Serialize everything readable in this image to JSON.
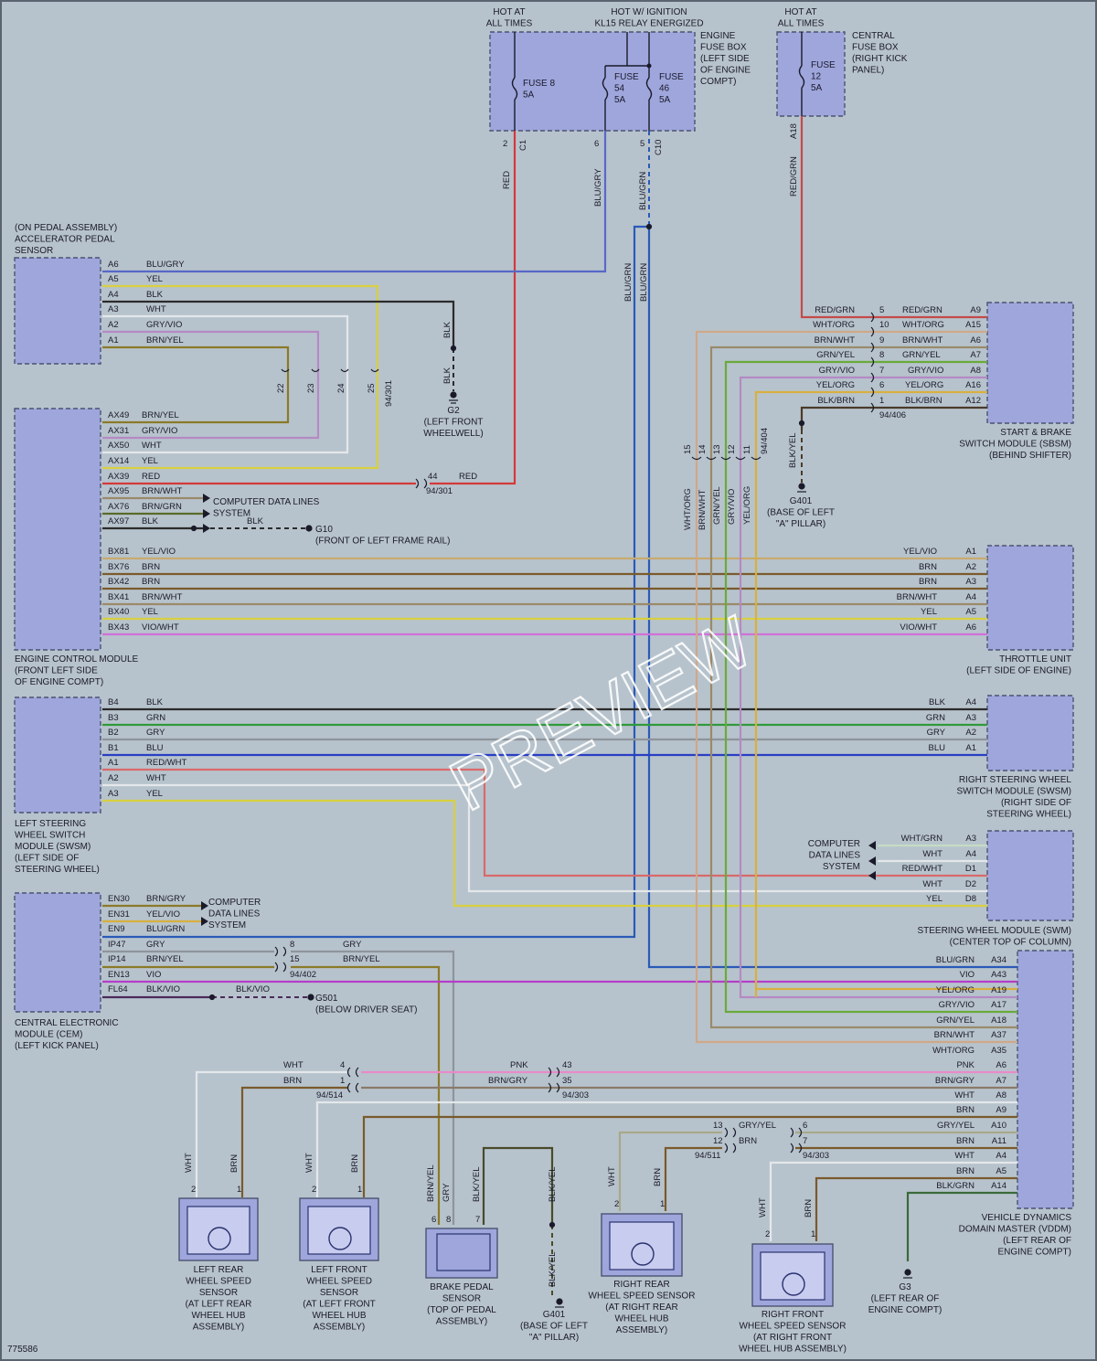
{
  "document_id": "775586",
  "watermark": "PREVIEW",
  "colors": {
    "background": "#b7c3cc",
    "module": "#9ea6dc",
    "RED": "#d23a3a",
    "BLU": "#2a3fc4",
    "BLU/GRY": "#5868c8",
    "BLU/GRN": "#2a5ab8",
    "YEL": "#d8d040",
    "BLK": "#2b2b2b",
    "WHT": "#e4e7ea",
    "GRY": "#8e949a",
    "GRN": "#2f9a3a",
    "VIO": "#b43ec8",
    "BRN": "#7a5a2c",
    "PNK": "#e88ac8",
    "BRN/YEL": "#8b7a28",
    "GRY/VIO": "#b48ac4",
    "YEL/VIO": "#c8aa70",
    "BRN/WHT": "#9a8a6a",
    "VIO/WHT": "#d070d8",
    "RED/WHT": "#d86a6a",
    "RED/GRN": "#c44a4a",
    "WHT/ORG": "#cfa888",
    "GRN/YEL": "#6aaa3a",
    "YEL/ORG": "#d8b040",
    "BLK/BRN": "#4a3a2a",
    "BRN/GRY": "#8a7a6a",
    "BLK/VIO": "#4a2a5a",
    "BLK/YEL": "#4a4a2a",
    "BLK/GRN": "#3a6a3a",
    "WHT/GRN": "#c4dcc4",
    "BRN/GRN": "#5a6a2a",
    "GRY/YEL": "#a8a88a"
  },
  "power": {
    "hot_at_all_times": "HOT AT\nALL TIMES",
    "hot_ign": "HOT W/ IGNITION\nKL15 RELAY ENERGIZED",
    "hot_at_all_times_2": "HOT AT\nALL TIMES",
    "engine_fuse_box": "ENGINE\nFUSE BOX\n(LEFT SIDE\nOF ENGINE\nCOMPT)",
    "central_fuse_box": "CENTRAL\nFUSE BOX\n(RIGHT KICK\nPANEL)",
    "fuse8": "FUSE 8\n5A",
    "fuse54": "FUSE\n54\n5A",
    "fuse46": "FUSE\n46\n5A",
    "fuse12": "FUSE\n12\n5A"
  },
  "modules": {
    "aps": "(ON PEDAL ASSEMBLY)\nACCELERATOR PEDAL\nSENSOR",
    "ecm": "ENGINE CONTROL MODULE\n(FRONT LEFT SIDE\nOF ENGINE COMPT)",
    "lswsm": "LEFT STEERING\nWHEEL SWITCH\nMODULE (SWSM)\n(LEFT SIDE OF\nSTEERING WHEEL)",
    "cem": "CENTRAL ELECTRONIC\nMODULE (CEM)\n(LEFT KICK PANEL)",
    "sbsm": "START & BRAKE\nSWITCH MODULE (SBSM)\n(BEHIND SHIFTER)",
    "throttle": "THROTTLE UNIT\n(LEFT SIDE OF ENGINE)",
    "rswsm": "RIGHT STEERING WHEEL\nSWITCH MODULE (SWSM)\n(RIGHT SIDE OF\nSTEERING WHEEL)",
    "swm": "STEERING WHEEL MODULE (SWM)\n(CENTER TOP OF COLUMN)",
    "vddm": "VEHICLE DYNAMICS\nDOMAIN MASTER (VDDM)\n(LEFT REAR OF\nENGINE COMPT)",
    "lr_wss": "LEFT REAR\nWHEEL SPEED\nSENSOR\n(AT LEFT REAR\nWHEEL HUB\nASSEMBLY)",
    "lf_wss": "LEFT FRONT\nWHEEL SPEED\nSENSOR\n(AT LEFT FRONT\nWHEEL HUB\nASSEMBLY)",
    "bps": "BRAKE PEDAL\nSENSOR\n(TOP OF PEDAL\nASSEMBLY)",
    "rr_wss": "RIGHT REAR\nWHEEL SPEED SENSOR\n(AT RIGHT REAR\nWHEEL HUB\nASSEMBLY)",
    "rf_wss": "RIGHT FRONT\nWHEEL SPEED SENSOR\n(AT RIGHT FRONT\nWHEEL HUB ASSEMBLY)"
  },
  "grounds": {
    "g2": "G2\n(LEFT FRONT\nWHEELWELL)",
    "g10": "G10\n(FRONT OF LEFT FRAME RAIL)",
    "g401": "G401\n(BASE OF LEFT\n\"A\" PILLAR)",
    "g501": "G501\n(BELOW DRIVER SEAT)",
    "g401b": "G401\n(BASE OF LEFT\n\"A\" PILLAR)",
    "g3": "G3\n(LEFT REAR OF\nENGINE COMPT)"
  },
  "labels": {
    "computer_data_lines": "COMPUTER DATA LINES\nSYSTEM",
    "computer_data_lines_cem": "COMPUTER\nDATA LINES\nSYSTEM",
    "computer_data_lines_swm": "COMPUTER\nDATA LINES\nSYSTEM"
  }
}
